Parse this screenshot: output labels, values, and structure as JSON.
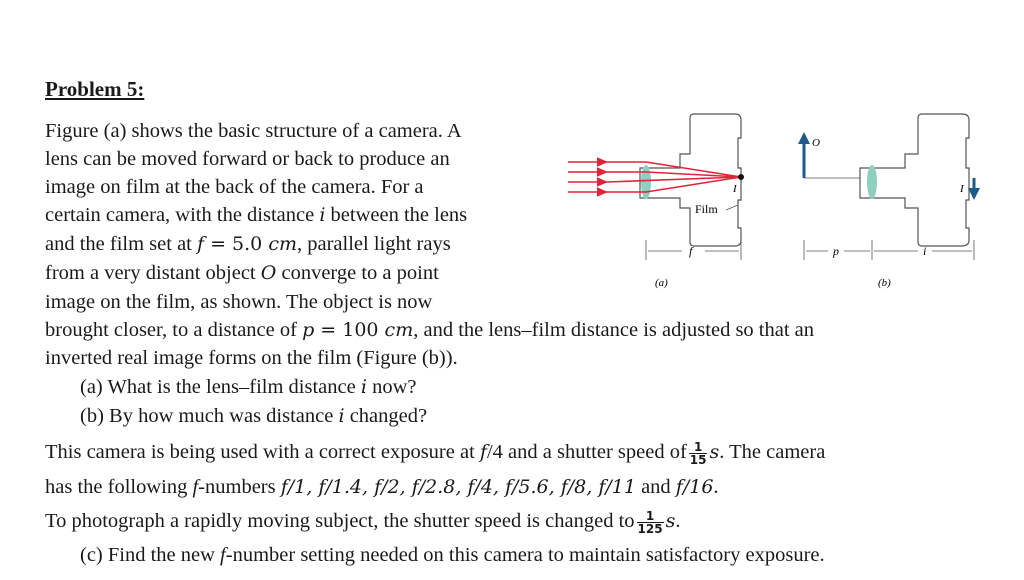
{
  "problem": {
    "title": "Problem 5:",
    "p1": "Figure (a) shows the basic structure of a camera. A",
    "p2": "lens can be moved forward or back to produce an",
    "p3": "image on film at the back of the camera. For a",
    "p4a": "certain camera, with the distance ",
    "p4b": " between the lens",
    "p5a": "and the film set at ",
    "p5b": "f",
    "p5c": " = 5.0 ",
    "p5d": "cm",
    "p5e": ", parallel light rays",
    "p6a": "from a very distant object ",
    "p6b": "O",
    "p6c": " converge to a point",
    "p7": "image on the film, as shown. The object is now",
    "p8a": "brought closer, to a distance of ",
    "p8b": "p",
    "p8c": " = 100 ",
    "p8d": "cm",
    "p8e": ", and the lens–film distance is adjusted so that an",
    "p9": "inverted real image forms on the film (Figure (b)).",
    "qa_a": "(a) What is the lens–film distance ",
    "qa_b": " now?",
    "qb_a": "(b) By how much was distance ",
    "qb_b": " changed?",
    "var_i": "i",
    "l12a": "This camera is being used with a correct exposure at ",
    "l12b": "f",
    "l12c": "/4 and a shutter speed of",
    "l12d": "s",
    "l12e": ". The camera",
    "frac1_num": "1",
    "frac1_den": "15",
    "l13a": "has the following ",
    "l13b": "f",
    "l13c": "-numbers ",
    "l13d": "f/1, f/1.4, f/2, f/2.8, f/4, f/5.6, f/8, f/11",
    "l13e": " and ",
    "l13f": "f/16",
    "l13g": ".",
    "l14a": "To photograph a rapidly moving subject, the shutter speed is changed to",
    "l14b": "s",
    "l14c": ".",
    "frac2_num": "1",
    "frac2_den": "125",
    "qc_a": "(c) Find the new ",
    "qc_b": "f",
    "qc_c": "-number setting needed on this camera to maintain satisfactory exposure."
  },
  "figure": {
    "label_a": "(a)",
    "label_b": "(b)",
    "film": "Film",
    "I_a": "I",
    "f": "f",
    "O": "O",
    "I_b": "I",
    "p": "p",
    "i": "i",
    "ray_color": "#e0243a",
    "lens_color": "#8fcfbf"
  }
}
